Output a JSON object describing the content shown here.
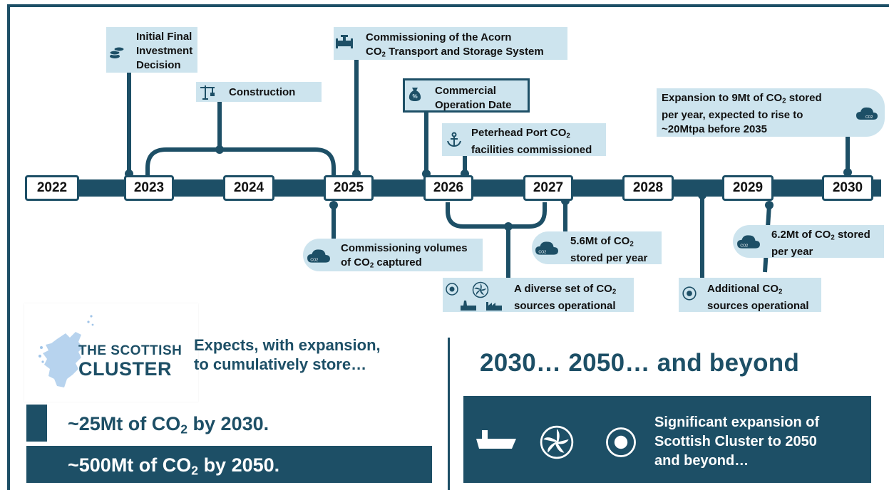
{
  "colors": {
    "primary": "#1d4f66",
    "callout_bg": "#cde4ee",
    "light_blue": "#5b9bd5"
  },
  "timeline": {
    "years": [
      "2022",
      "2023",
      "2024",
      "2025",
      "2026",
      "2027",
      "2028",
      "2029",
      "2030"
    ]
  },
  "milestones": {
    "fid": {
      "text": "Initial Final Investment Decision",
      "icon": "coins-icon"
    },
    "construction": {
      "text": "Construction",
      "icon": "crane-icon"
    },
    "acorn": {
      "line1": "Commissioning of the Acorn",
      "line2_pre": "CO",
      "line2_sub": "2",
      "line2_post": " Transport and Storage System",
      "icon": "pipe-icon"
    },
    "cod": {
      "text": "Commercial Operation Date",
      "icon": "money-bag-icon"
    },
    "peterhead": {
      "line1_pre": "Peterhead Port CO",
      "line1_sub": "2",
      "line2": "facilities commissioned",
      "icon": "anchor-icon"
    },
    "expansion9": {
      "line1_pre": "Expansion to 9Mt of CO",
      "line1_sub": "2",
      "line1_post": " stored",
      "line2": "per year, expected to rise to",
      "line3": "~20Mtpa before 2035",
      "icon": "co2-cloud-icon"
    },
    "captured": {
      "line1": "Commissioning volumes",
      "line2_pre": "of CO",
      "line2_sub": "2",
      "line2_post": " captured",
      "icon": "co2-cloud-icon"
    },
    "stored56": {
      "line1_pre": "5.6Mt of CO",
      "line1_sub": "2",
      "line2": "stored per year",
      "icon": "co2-cloud-icon"
    },
    "stored62": {
      "line1_pre": "6.2Mt of CO",
      "line1_sub": "2",
      "line1_post": " stored",
      "line2": "per year",
      "icon": "co2-cloud-icon"
    },
    "diverse": {
      "line1_pre": "A diverse set of CO",
      "line1_sub": "2",
      "line2": "sources operational",
      "icons": [
        "target-icon",
        "turbine-icon",
        "power-plant-icon",
        "factory-icon"
      ]
    },
    "additional": {
      "line1_pre": "Additional CO",
      "line1_sub": "2",
      "line2": "sources operational",
      "icon": "target-icon"
    }
  },
  "cluster": {
    "logo_line1": "THE SCOTTISH",
    "logo_line2": "CLUSTER",
    "expects_line1": "Expects, with expansion,",
    "expects_line2": "to cumulatively store…",
    "bar1_pre": "~25Mt of CO",
    "bar1_sub": "2",
    "bar1_post": " by 2030.",
    "bar2_pre": "~500Mt of CO",
    "bar2_sub": "2",
    "bar2_post": " by 2050."
  },
  "future": {
    "title": "2030… 2050… and beyond",
    "line1": "Significant expansion of",
    "line2": "Scottish Cluster to 2050",
    "line3": "and beyond…",
    "icons": [
      "ship-icon",
      "turbine-icon",
      "target-icon"
    ]
  }
}
